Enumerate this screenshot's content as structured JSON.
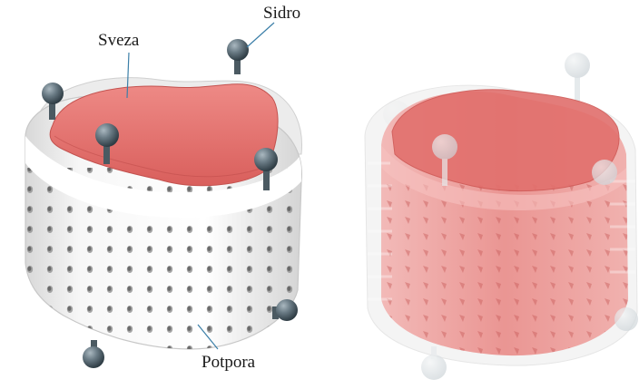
{
  "labels": {
    "anchor": "Sidro",
    "link": "Sveza",
    "support": "Potpora"
  },
  "colors": {
    "tissue": "#e8716f",
    "tissue_dark": "#d65a58",
    "frame": "#f2f2f2",
    "frame_shadow": "#c9c9c9",
    "anchor": "#5f6f78",
    "leader": "#3b7fa8"
  }
}
